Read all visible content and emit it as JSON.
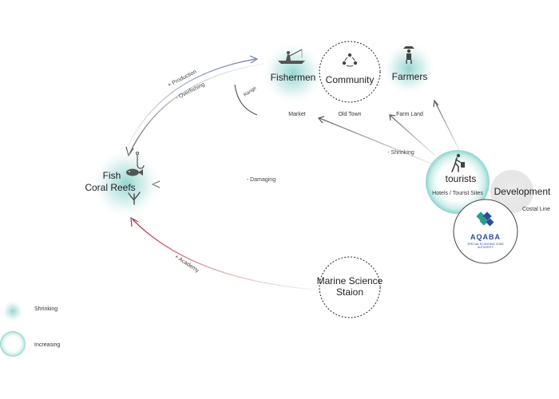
{
  "nodes": {
    "fishermen": {
      "label": "Fishermen",
      "sublabel": "Market"
    },
    "community": {
      "label": "Community",
      "sublabel": "Old Town"
    },
    "farmers": {
      "label": "Farmers",
      "sublabel": "Farm Land"
    },
    "fish": {
      "label_line1": "Fish",
      "label_line2": "Coral Reefs"
    },
    "tourists": {
      "label": "tourists",
      "sublabel": "Hotels / Tourist Sites"
    },
    "development": {
      "label": "Development",
      "sublabel": "Costal Line"
    },
    "marine": {
      "label_line1": "Marine Science",
      "label_line2": "Staion"
    },
    "aqaba": {
      "logo_text": "AQABA",
      "logo_subtext_1": "SPECIAL ECONOMIC ZONE",
      "logo_subtext_2": "AUTHORITY"
    }
  },
  "edges": {
    "production": "+ Production",
    "overfishing": "- Overfishing",
    "range": "Range",
    "shrinking": "- Shrinking",
    "damaging": "- Damaging",
    "academy": "+ Academy"
  },
  "legend": {
    "shrinking": "Shrinking",
    "increasing": "Increasing"
  },
  "colors": {
    "teal": "#8fd3cd",
    "blue_arrow": "#6a78b8",
    "red_arrow": "#b8323a",
    "gray_arrow": "#8a8a8a"
  }
}
